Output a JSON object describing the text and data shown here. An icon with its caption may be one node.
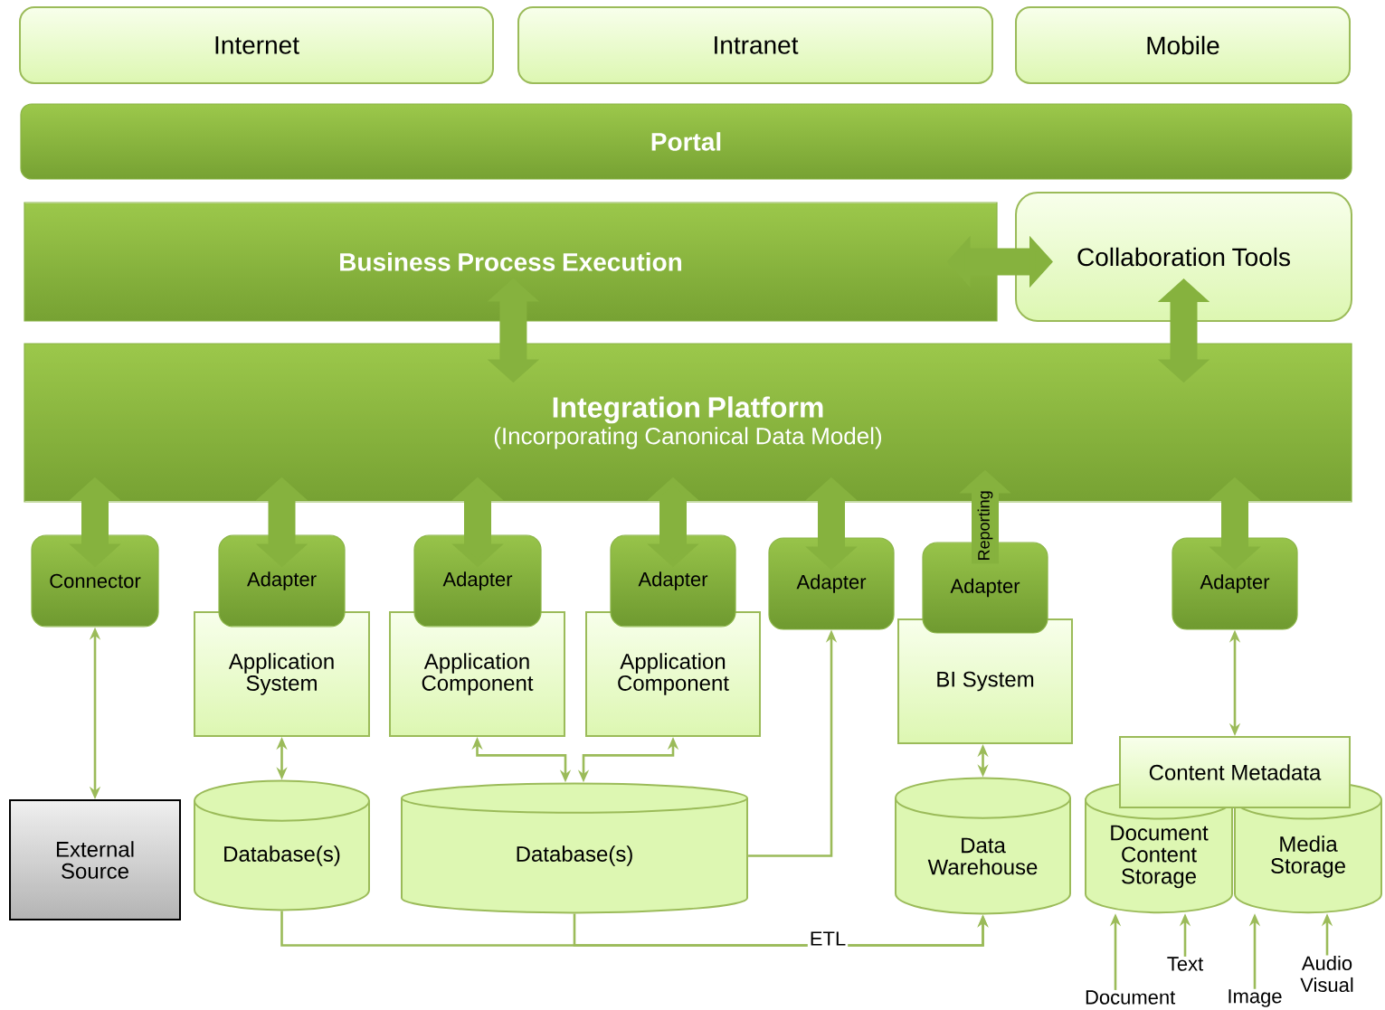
{
  "diagram": {
    "nodes": [
      {
        "text": [
          "Internet"
        ]
      },
      {
        "text": [
          "Intranet"
        ]
      },
      {
        "text": [
          "Mobile"
        ]
      },
      {
        "text": [
          "Portal"
        ]
      },
      {
        "text": [
          "Business Process Execution"
        ]
      },
      {
        "text": [
          "Collaboration Tools"
        ]
      },
      {
        "text": [
          "Integration Platform",
          "(Incorporating Canonical Data Model)"
        ]
      },
      {
        "text": [
          "Connector"
        ]
      },
      {
        "text": [
          "Adapter"
        ]
      },
      {
        "text": [
          "Application System"
        ]
      },
      {
        "text": [
          "Adapter"
        ]
      },
      {
        "text": [
          "Application Component"
        ]
      },
      {
        "text": [
          "Adapter"
        ]
      },
      {
        "text": [
          "Application Component"
        ]
      },
      {
        "text": [
          "Adapter"
        ]
      },
      {
        "text": [
          "Adapter"
        ]
      },
      {
        "text": [
          "BI System"
        ]
      },
      {
        "text": [
          "Adapter"
        ]
      },
      {
        "text": [
          "External Source"
        ]
      },
      {
        "text": [
          "Database(s)"
        ]
      },
      {
        "text": [
          "Database(s)"
        ]
      },
      {
        "text": [
          "Data Warehouse"
        ]
      },
      {
        "text": [
          "Content Metadata"
        ]
      },
      {
        "text": [
          "Document Content Storage"
        ]
      },
      {
        "text": [
          "Media Storage"
        ]
      },
      {
        "text": [
          "Document"
        ]
      },
      {
        "text": [
          "Text"
        ]
      },
      {
        "text": [
          "Image"
        ]
      },
      {
        "text": [
          "Audio Visual"
        ]
      }
    ],
    "edges": [
      {
        "from": 4,
        "to": 6,
        "arrow": "both",
        "style": "thick"
      },
      {
        "from": 4,
        "to": 5,
        "arrow": "both",
        "style": "thick"
      },
      {
        "from": 5,
        "to": 6,
        "arrow": "both",
        "style": "thick"
      },
      {
        "from": 6,
        "to": 7,
        "arrow": "both",
        "style": "thick"
      },
      {
        "from": 6,
        "to": 8,
        "arrow": "both",
        "style": "thick"
      },
      {
        "from": 6,
        "to": 10,
        "arrow": "both",
        "style": "thick"
      },
      {
        "from": 6,
        "to": 12,
        "arrow": "both",
        "style": "thick"
      },
      {
        "from": 6,
        "to": 14,
        "arrow": "both",
        "style": "thick"
      },
      {
        "from": 15,
        "to": 6,
        "arrow": "to",
        "style": "thick",
        "label": "Reporting"
      },
      {
        "from": 6,
        "to": 17,
        "arrow": "both",
        "style": "thick"
      },
      {
        "from": 7,
        "to": 18,
        "arrow": "both"
      },
      {
        "from": 9,
        "to": 19,
        "arrow": "both"
      },
      {
        "from": 20,
        "to": 11,
        "arrow": "both"
      },
      {
        "from": 20,
        "to": 13,
        "arrow": "both"
      },
      {
        "from": 20,
        "to": 14,
        "arrow": "to"
      },
      {
        "from": 16,
        "to": 21,
        "arrow": "both"
      },
      {
        "from": 17,
        "to": 22,
        "arrow": "both"
      },
      {
        "from": 19,
        "to": 21,
        "arrow": "to",
        "label": "ETL"
      },
      {
        "from": 20,
        "to": 21,
        "arrow": "to"
      },
      {
        "from": 25,
        "to": 23,
        "arrow": "to"
      },
      {
        "from": 26,
        "to": 23,
        "arrow": "to"
      },
      {
        "from": 27,
        "to": 24,
        "arrow": "to"
      },
      {
        "from": 28,
        "to": 24,
        "arrow": "to"
      }
    ]
  }
}
